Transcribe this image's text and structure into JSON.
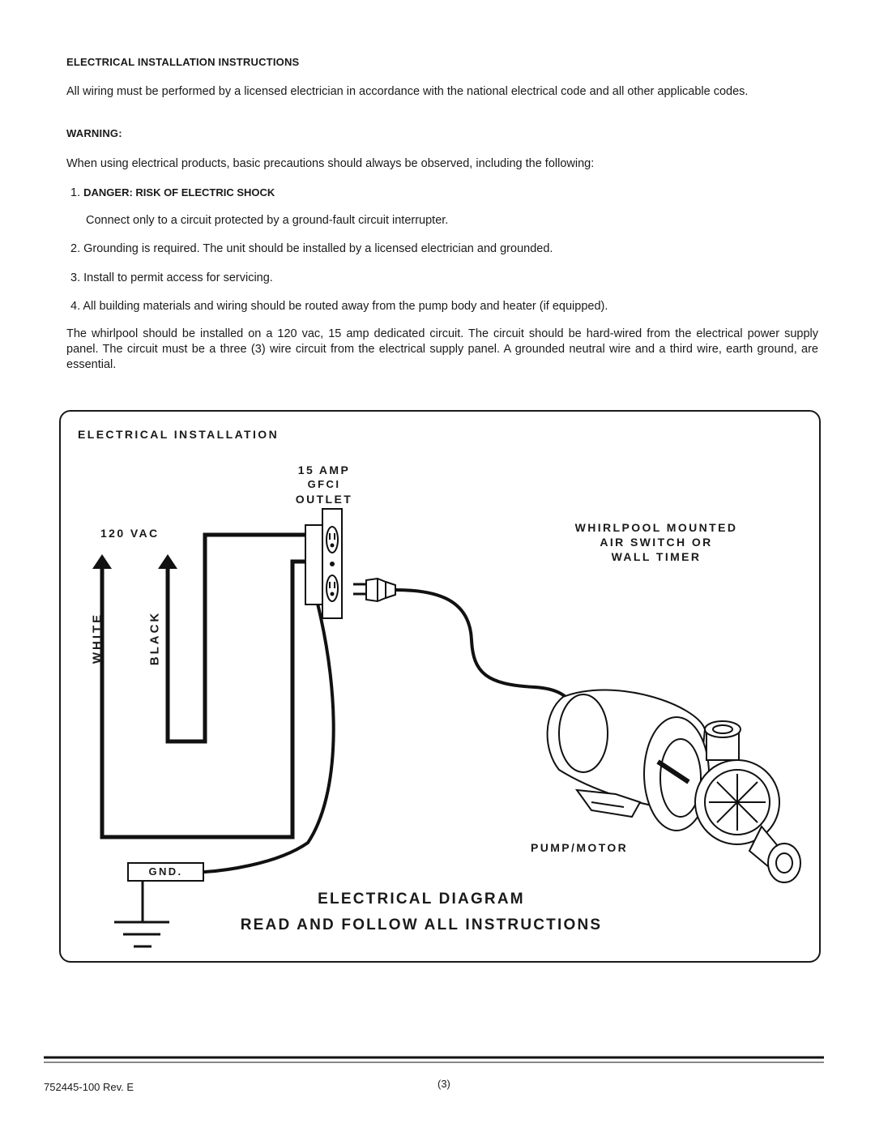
{
  "section": {
    "heading": "ELECTRICAL INSTALLATION INSTRUCTIONS",
    "intro": "All wiring must be performed by a licensed electrician in accordance with the national electrical code and all other applicable codes.",
    "warning_heading": "WARNING:",
    "warning_intro": "When using electrical products, basic precautions should always be observed, including the following:",
    "items": [
      {
        "num": "1.",
        "title": "DANGER:  RISK OF ELECTRIC SHOCK",
        "text": "Connect only to a circuit protected by a ground-fault circuit interrupter."
      },
      {
        "num": "2.",
        "text": "Grounding is required.  The unit should be installed by a licensed electrician and grounded."
      },
      {
        "num": "3.",
        "text": "Install to permit access for servicing."
      },
      {
        "num": "4.",
        "text": "All building materials and wiring should be routed away from the pump body and heater (if equipped)."
      }
    ],
    "circuit_paragraph": "The whirlpool should be installed on a 120 vac, 15 amp dedicated circuit.  The circuit should be hard-wired from the electrical power supply panel.  The circuit must be a three (3) wire circuit from the electrical supply panel.  A grounded neutral wire and a third wire, earth ground, are essential."
  },
  "diagram": {
    "heading": "ELECTRICAL INSTALLATION",
    "outlet_label": [
      "15 AMP",
      "GFCI",
      "OUTLET"
    ],
    "voltage_label": "120 VAC",
    "white_label": "WHITE",
    "black_label": "BLACK",
    "switch_label": [
      "WHIRLPOOL MOUNTED",
      "AIR SWITCH OR",
      "WALL TIMER"
    ],
    "pump_label": "PUMP/MOTOR",
    "ground_label": "GND.",
    "title": "ELECTRICAL DIAGRAM",
    "subtitle": "READ AND FOLLOW ALL INSTRUCTIONS"
  },
  "footer": {
    "doc_number": "752445-100 Rev. E",
    "page": "(3)"
  }
}
